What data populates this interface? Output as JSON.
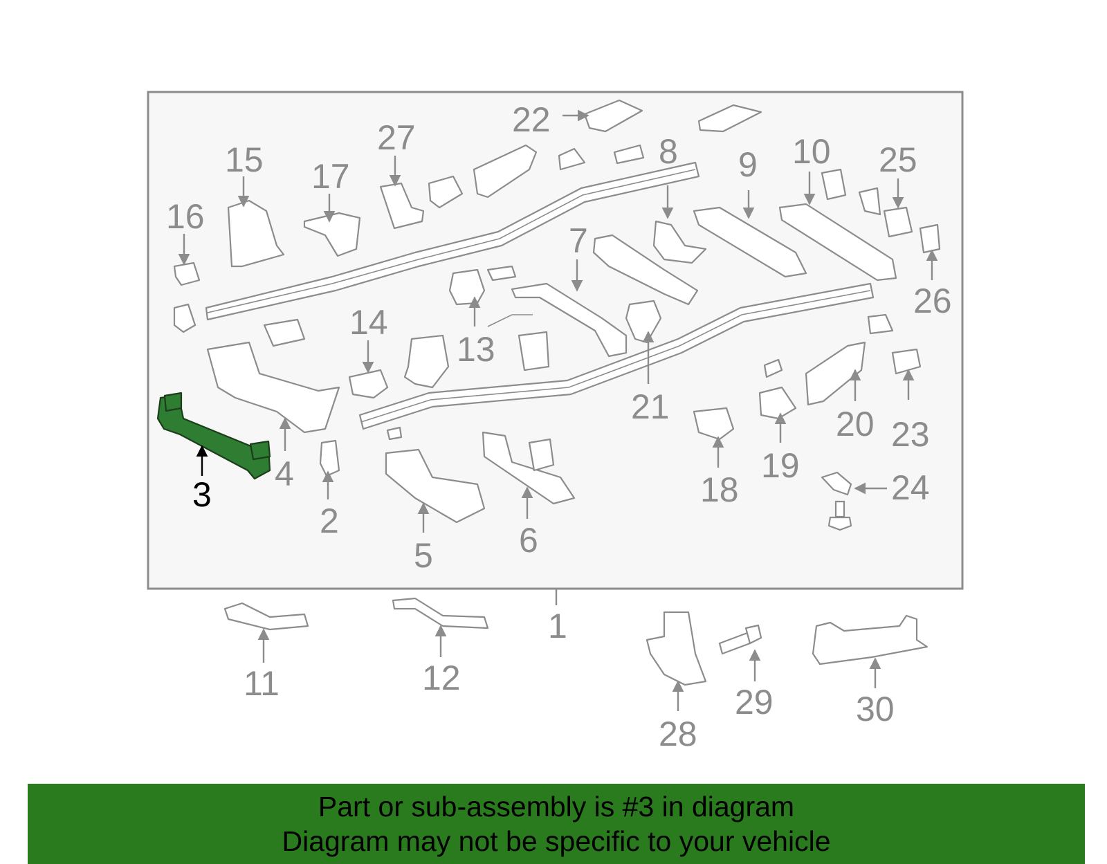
{
  "banner": {
    "line1": "Part or sub-assembly is #3 in diagram",
    "line2": "Diagram may not be specific to your vehicle"
  },
  "highlight_color": "#2f7d32",
  "banner_color": "#2a7a1e",
  "callouts": {
    "c1": "1",
    "c2": "2",
    "c3": "3",
    "c4": "4",
    "c5": "5",
    "c6": "6",
    "c7": "7",
    "c8": "8",
    "c9": "9",
    "c10": "10",
    "c11": "11",
    "c12": "12",
    "c13": "13",
    "c14": "14",
    "c15": "15",
    "c16": "16",
    "c17": "17",
    "c18": "18",
    "c19": "19",
    "c20": "20",
    "c21": "21",
    "c22": "22",
    "c23": "23",
    "c24": "24",
    "c25": "25",
    "c26": "26",
    "c27": "27",
    "c28": "28",
    "c29": "29",
    "c30": "30"
  }
}
